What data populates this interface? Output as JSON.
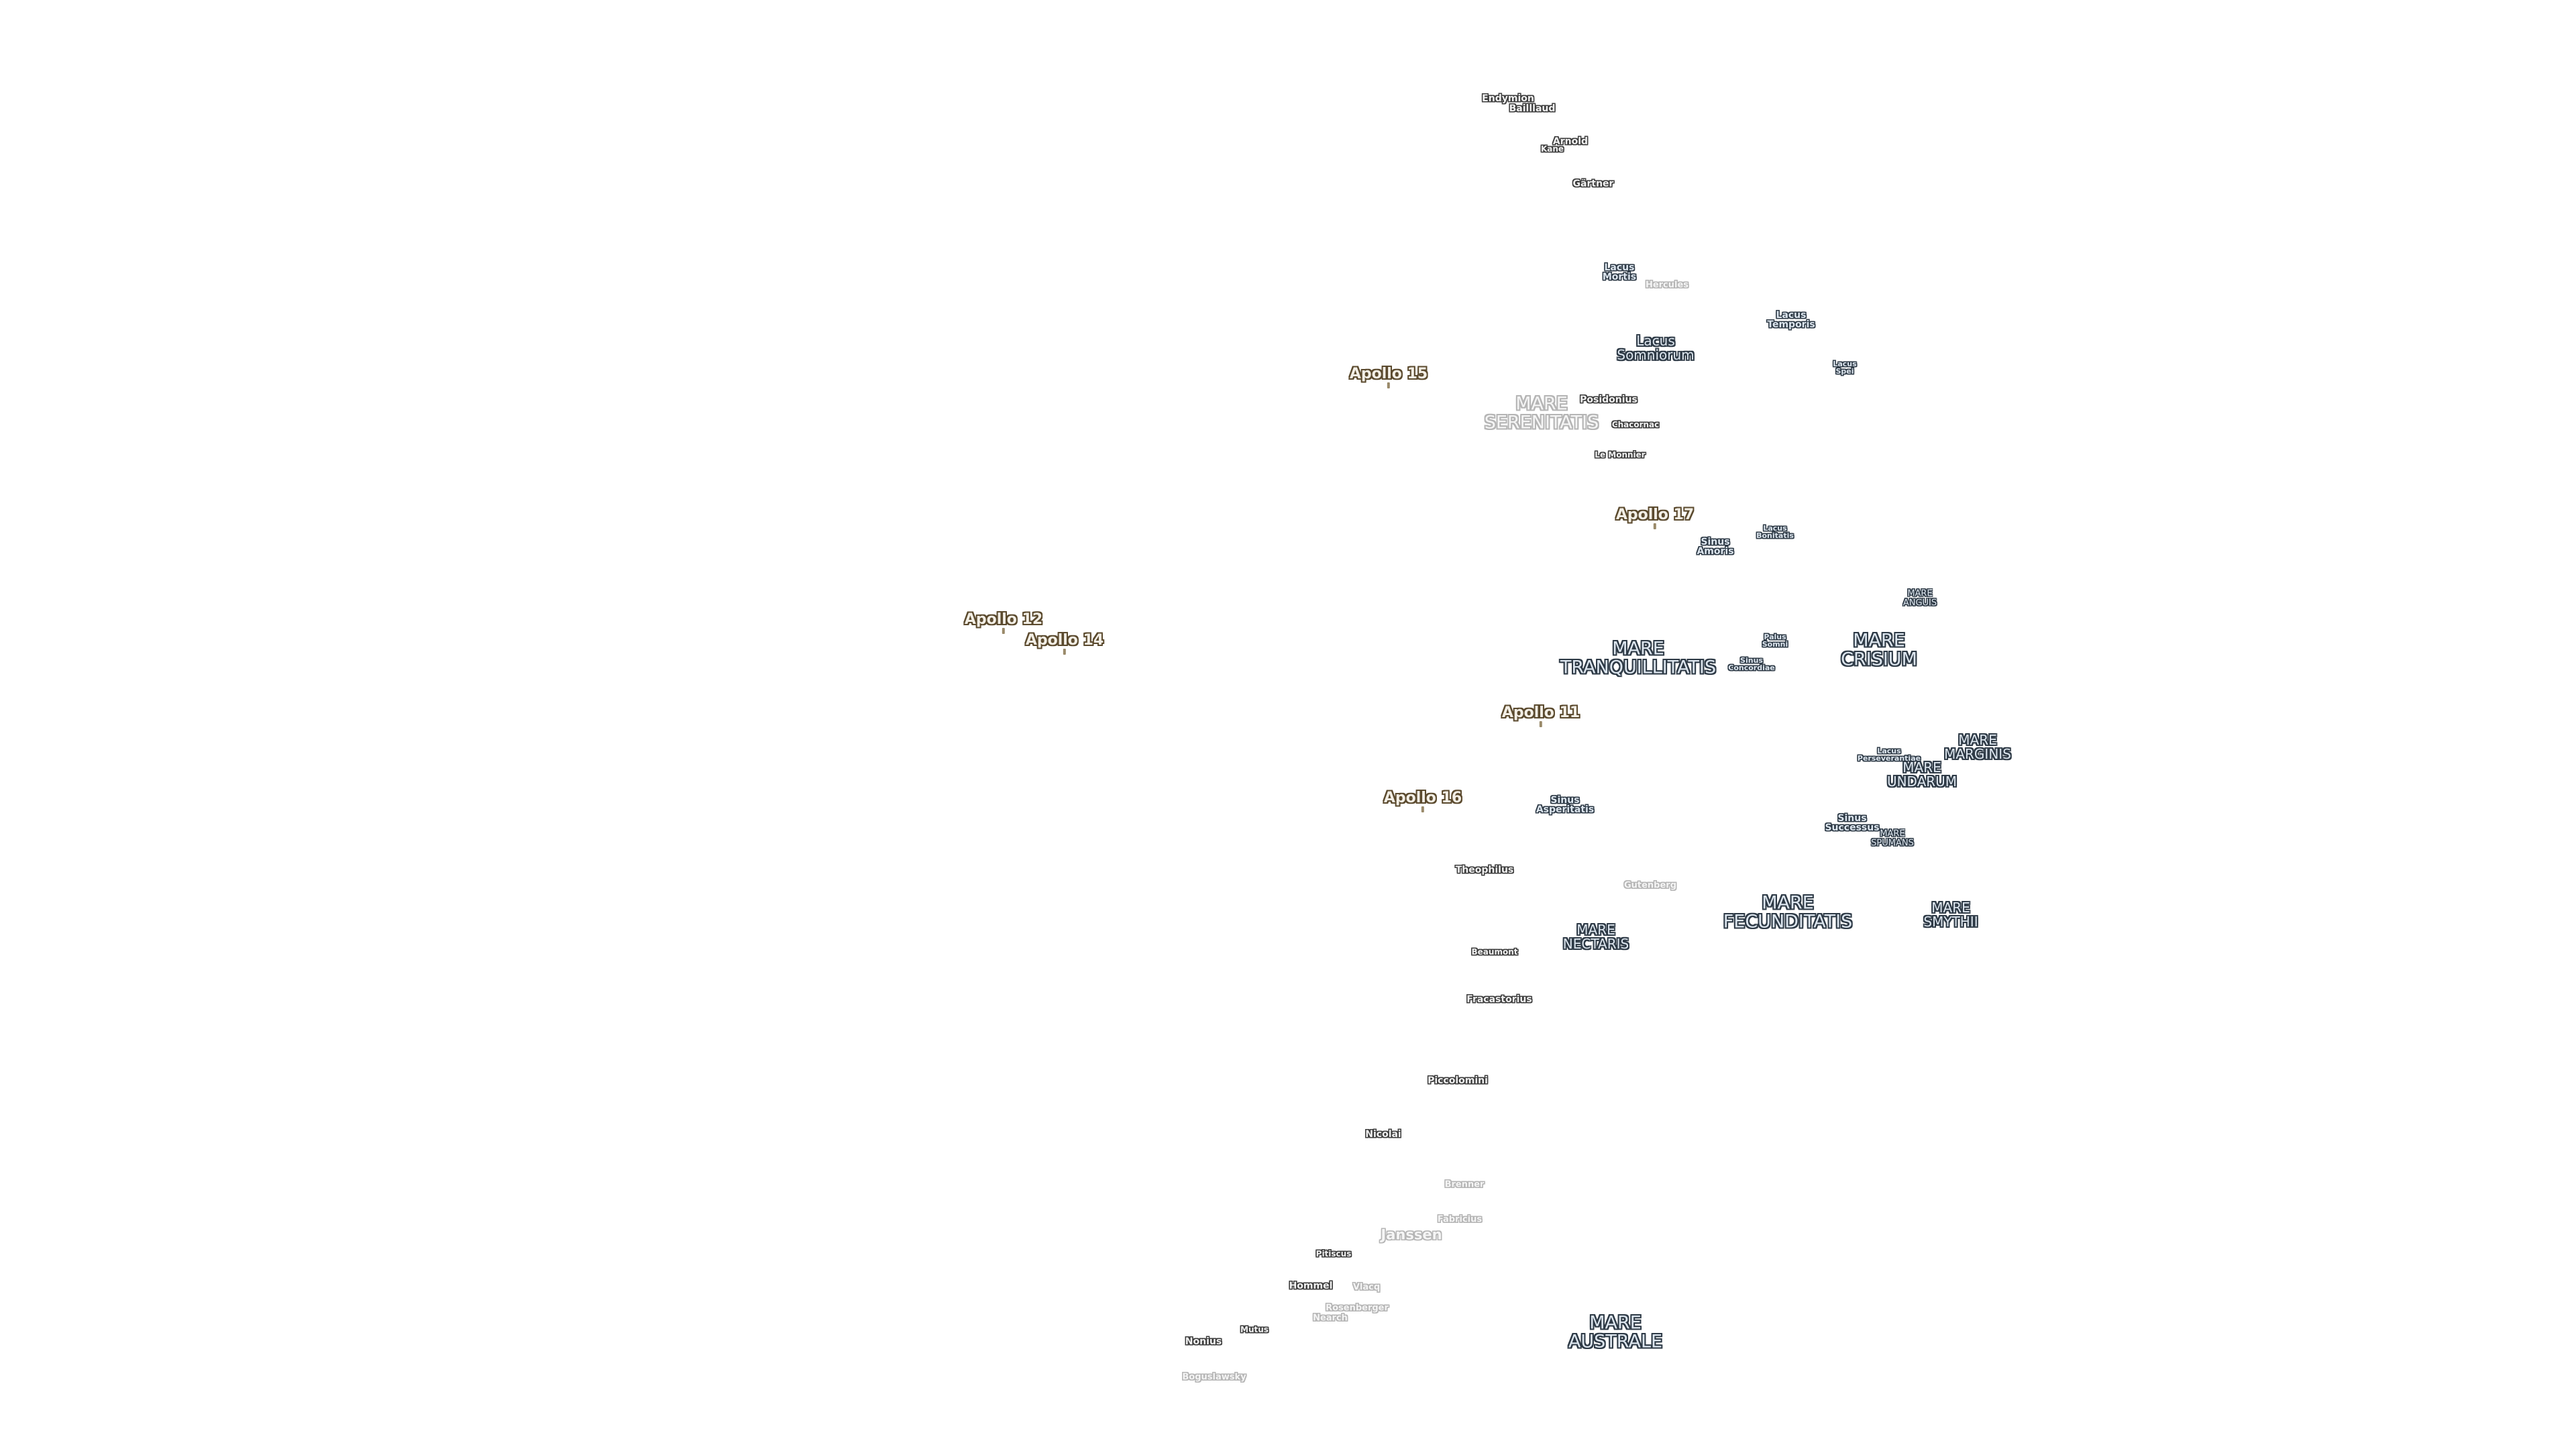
{
  "map": {
    "colors": {
      "mare_fill": "#dde6ef",
      "mare_stroke": "#2e3a46",
      "crater_fill": "#f2f2f2",
      "crater_stroke": "#3c3c3c",
      "faded_fill": "#f5f5f5",
      "faded_stroke": "#b5b5b5",
      "apollo_fill": "#f3efe6",
      "apollo_stroke": "#5b4a2e"
    },
    "labels": [
      {
        "text": "Apollo 15",
        "kind": "apollo"
      },
      {
        "text": "Apollo 17",
        "kind": "apollo"
      },
      {
        "text": "Apollo 12",
        "kind": "apollo"
      },
      {
        "text": "Apollo 14",
        "kind": "apollo"
      },
      {
        "text": "Apollo 11",
        "kind": "apollo"
      },
      {
        "text": "Apollo 16",
        "kind": "apollo"
      },
      {
        "text": "MARE\nSERENITATIS",
        "kind": "mare-faded"
      },
      {
        "text": "MARE\nTRANQUILLITATIS",
        "kind": "mare"
      },
      {
        "text": "MARE\nCRISIUM",
        "kind": "mare"
      },
      {
        "text": "MARE\nFECUNDITATIS",
        "kind": "mare"
      },
      {
        "text": "MARE\nAUSTRALE",
        "kind": "mare"
      },
      {
        "text": "MARE\nNECTARIS",
        "kind": "mare-small"
      },
      {
        "text": "MARE\nSMYTHII",
        "kind": "mare-small"
      },
      {
        "text": "MARE\nMARGINIS",
        "kind": "mare-small"
      },
      {
        "text": "MARE\nUNDARUM",
        "kind": "mare-small"
      },
      {
        "text": "MARE\nANGUIS",
        "kind": "mare-tiny"
      },
      {
        "text": "MARE\nSPUMANS",
        "kind": "mare-tiny"
      },
      {
        "text": "Lacus\nSomniorum",
        "kind": "mare-small"
      },
      {
        "text": "Lacus\nTemporis",
        "kind": "feature"
      },
      {
        "text": "Lacus\nMortis",
        "kind": "feature"
      },
      {
        "text": "Lacus\nSpei",
        "kind": "feature-tiny"
      },
      {
        "text": "Lacus\nBonitatis",
        "kind": "feature-tiny"
      },
      {
        "text": "Lacus\nPerseverantiae",
        "kind": "feature-tiny"
      },
      {
        "text": "Sinus\nAmoris",
        "kind": "feature"
      },
      {
        "text": "Sinus\nConcordiae",
        "kind": "feature-tiny"
      },
      {
        "text": "Sinus\nAsperitatis",
        "kind": "feature"
      },
      {
        "text": "Sinus\nSuccessus",
        "kind": "feature"
      },
      {
        "text": "Palus\nSomni",
        "kind": "feature-tiny"
      },
      {
        "text": "Endymion",
        "kind": "crater"
      },
      {
        "text": "Bailllaud",
        "kind": "crater"
      },
      {
        "text": "Arnold",
        "kind": "crater"
      },
      {
        "text": "Kane",
        "kind": "crater-tiny"
      },
      {
        "text": "Gärtner",
        "kind": "crater"
      },
      {
        "text": "Hercules",
        "kind": "crater-faded"
      },
      {
        "text": "Posidonius",
        "kind": "crater"
      },
      {
        "text": "Chacornac",
        "kind": "crater-tiny"
      },
      {
        "text": "Le Monnier",
        "kind": "crater-tiny"
      },
      {
        "text": "Theophilus",
        "kind": "crater"
      },
      {
        "text": "Beaumont",
        "kind": "crater-tiny"
      },
      {
        "text": "Fracastorius",
        "kind": "crater"
      },
      {
        "text": "Piccolomini",
        "kind": "crater"
      },
      {
        "text": "Nicolai",
        "kind": "crater"
      },
      {
        "text": "Gutenberg",
        "kind": "crater-faded"
      },
      {
        "text": "Brenner",
        "kind": "crater-faded"
      },
      {
        "text": "Janssen",
        "kind": "crater-faded-big"
      },
      {
        "text": "Fabricius",
        "kind": "crater-faded"
      },
      {
        "text": "Hommel",
        "kind": "crater"
      },
      {
        "text": "Vlacq",
        "kind": "crater-faded"
      },
      {
        "text": "Pitiscus",
        "kind": "crater-tiny"
      },
      {
        "text": "Rosenberger",
        "kind": "crater-faded"
      },
      {
        "text": "Nearch",
        "kind": "crater-faded"
      },
      {
        "text": "Nonius",
        "kind": "crater"
      },
      {
        "text": "Mutus",
        "kind": "crater-tiny"
      },
      {
        "text": "Boguslawsky",
        "kind": "crater-faded"
      }
    ]
  }
}
